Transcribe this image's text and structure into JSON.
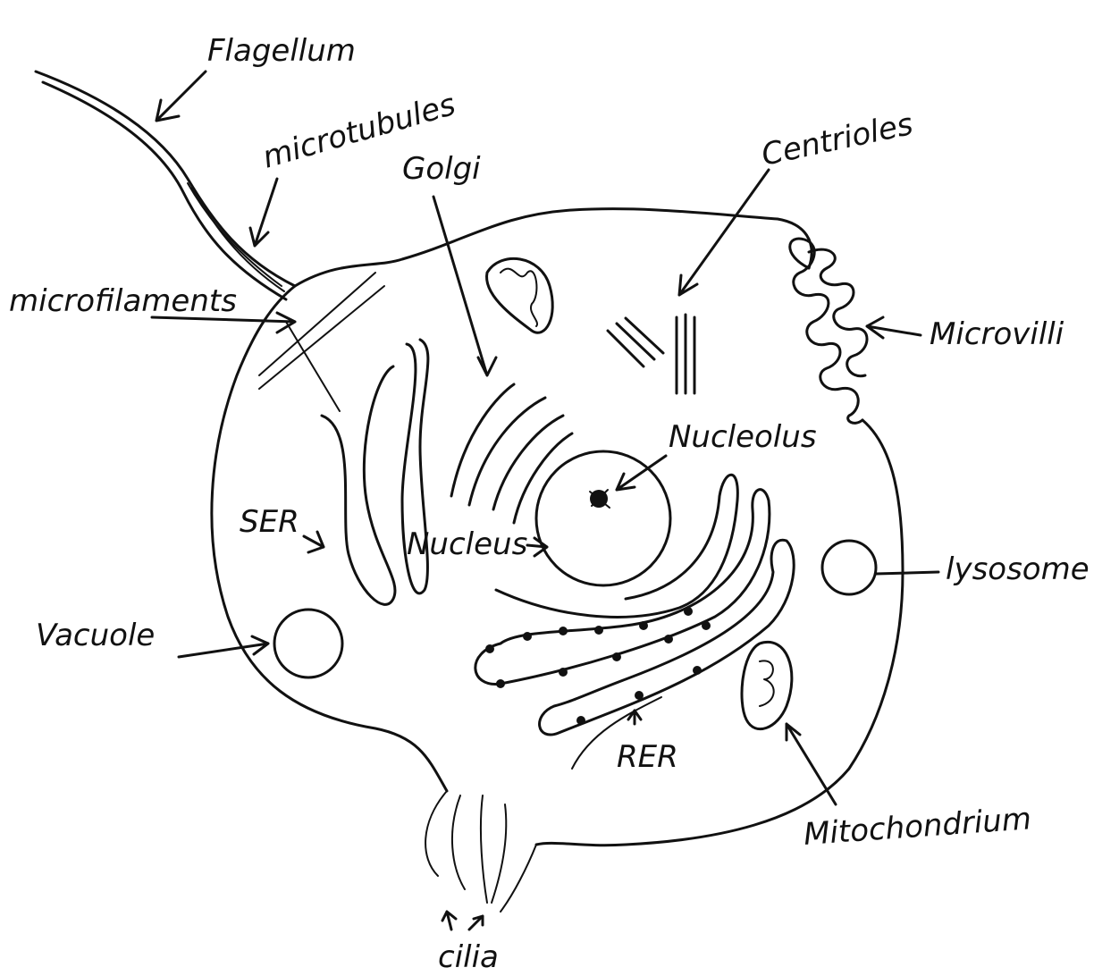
{
  "labels": {
    "flagellum": "Flagellum",
    "microtubules": "microtubules",
    "golgi": "Golgi",
    "centrioles": "Centrioles",
    "microfilaments": "microfilaments",
    "microvilli": "Microvilli",
    "nucleolus": "Nucleolus",
    "ser": "SER",
    "nucleus": "Nucleus",
    "lysosome": "lysosome",
    "vacuole": "Vacuole",
    "rer": "RER",
    "mitochondrium": "Mitochondrium",
    "cilia": "cilia"
  },
  "colors": {
    "ink": "#111111",
    "background": "#ffffff"
  }
}
